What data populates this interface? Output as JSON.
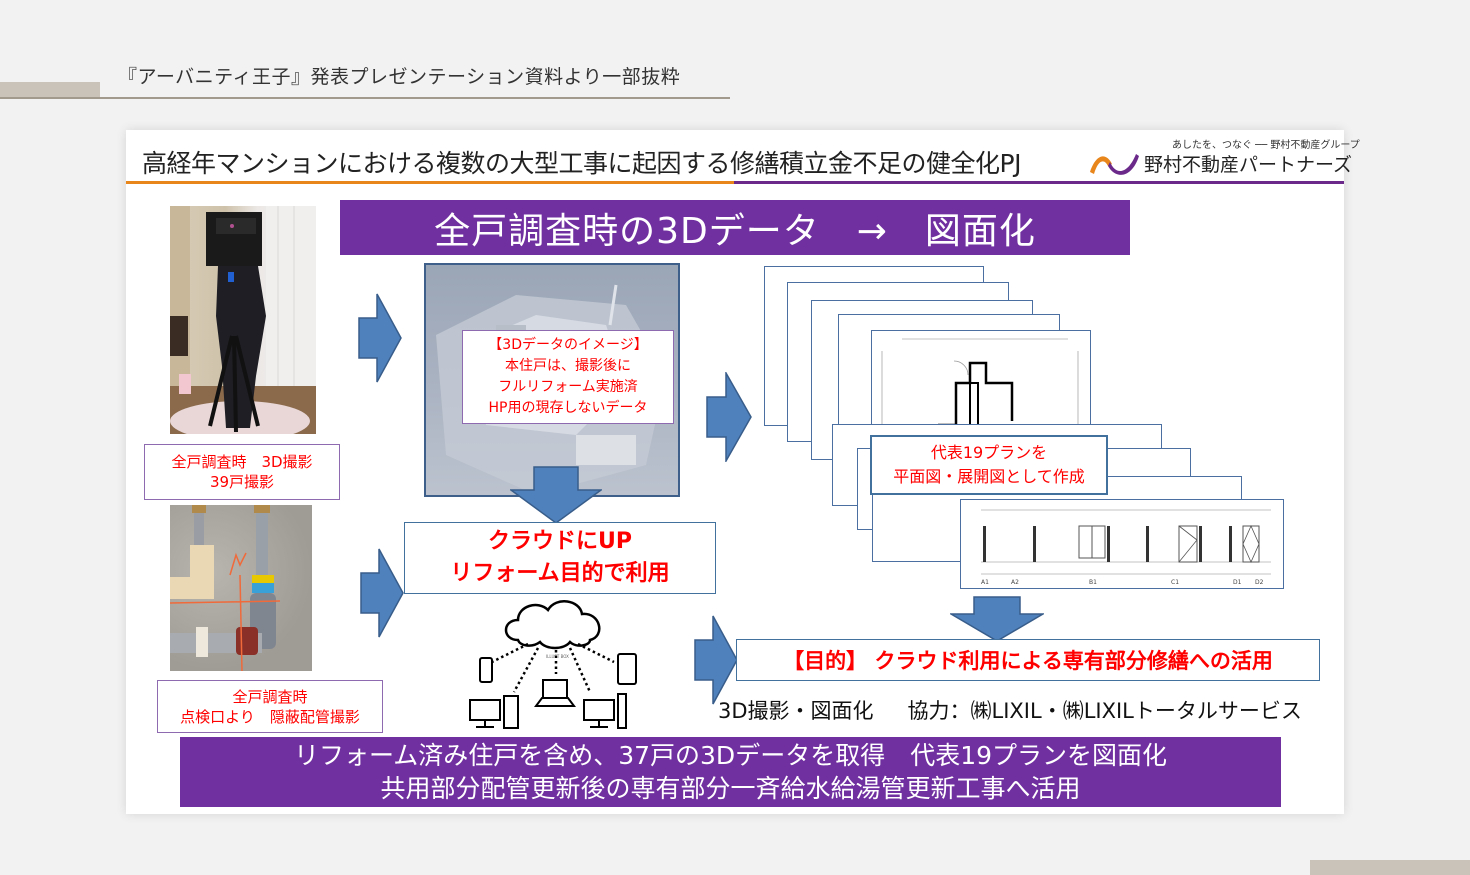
{
  "page_header": {
    "caption": "『アーバニティ王子』発表プレゼンテーション資料より一部抜粋"
  },
  "slide": {
    "title": "高経年マンションにおける複数の大型工事に起因する修繕積立金不足の健全化PJ",
    "logo": {
      "tagline": "あしたを、つなぐ ── 野村不動産グループ",
      "name": "野村不動産パートナーズ",
      "colors": {
        "orange": "#e8861c",
        "purple": "#6b2a8a"
      }
    },
    "banner": "全戸調査時の3Dデータ　→　図面化",
    "photo1_caption": [
      "全戸調査時　3D撮影",
      "39戸撮影"
    ],
    "photo2_caption": [
      "全戸調査時",
      "点検口より　隠蔽配管撮影"
    ],
    "viewer_note": [
      "【3Dデータのイメージ】",
      "本住戸は、撮影後に",
      "フルリフォーム実施済",
      "HP用の現存しないデータ"
    ],
    "cloud_box": [
      "クラウドにUP",
      "リフォーム目的で利用"
    ],
    "cloud_label": "ILLUST BOX",
    "plan_note": [
      "代表19プランを",
      "平面図・展開図として作成"
    ],
    "elevation_labels": [
      "A1",
      "A2",
      "B1",
      "C1",
      "D1",
      "D2"
    ],
    "purpose": "【目的】 クラウド利用による専有部分修繕への活用",
    "credit": {
      "left": "3D撮影・図面化",
      "right": "協力：㈱LIXIL・㈱LIXILトータルサービス"
    },
    "summary": [
      "リフォーム済み住戸を含め、37戸の3Dデータを取得　代表19プランを図面化",
      "共用部分配管更新後の専有部分一斉給水給湯管更新工事へ活用"
    ],
    "colors": {
      "banner": "#7030a0",
      "arrow": "#4f81bd",
      "caption_text": "#ff0000"
    }
  }
}
